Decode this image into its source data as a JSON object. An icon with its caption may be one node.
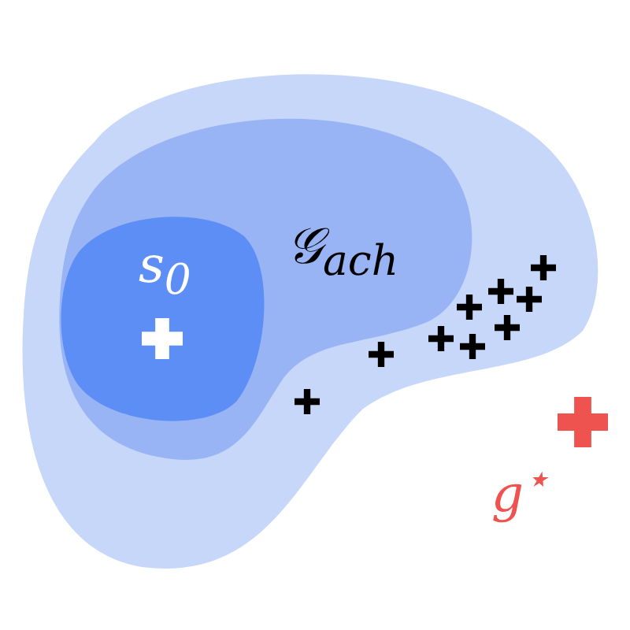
{
  "diagram": {
    "nodes": [
      {
        "text": [],
        "shape": "blob"
      },
      {
        "text": [
          "𝒢$_{ach}$"
        ],
        "in": 0
      },
      {
        "text": [
          "s$_{0}$"
        ],
        "in": 1
      }
    ],
    "labels": [
      "g$^{⋆}$"
    ]
  }
}
